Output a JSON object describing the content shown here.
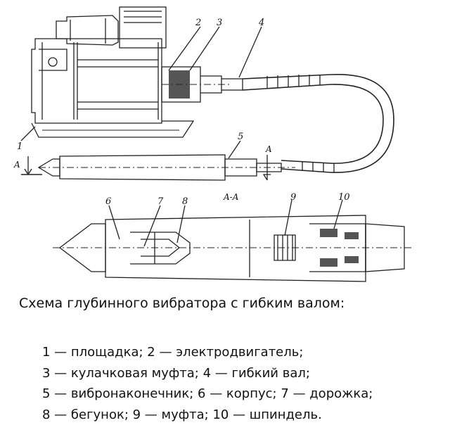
{
  "diagram": {
    "callouts": [
      "1",
      "2",
      "3",
      "4",
      "5",
      "6",
      "7",
      "8",
      "9",
      "10"
    ],
    "section_marks": [
      "A",
      "A",
      "A-A"
    ]
  },
  "legend": {
    "title": "Схема глубинного вибратора с гибким валом:",
    "lines": [
      "1 — площадка; 2 — электродвигатель;",
      "3 — кулачковая муфта; 4 — гибкий вал;",
      "5 — вибронаконечник; 6 — корпус; 7 — дорожка;",
      "8 — бегунок; 9 — муфта; 10 — шпиндель."
    ]
  }
}
